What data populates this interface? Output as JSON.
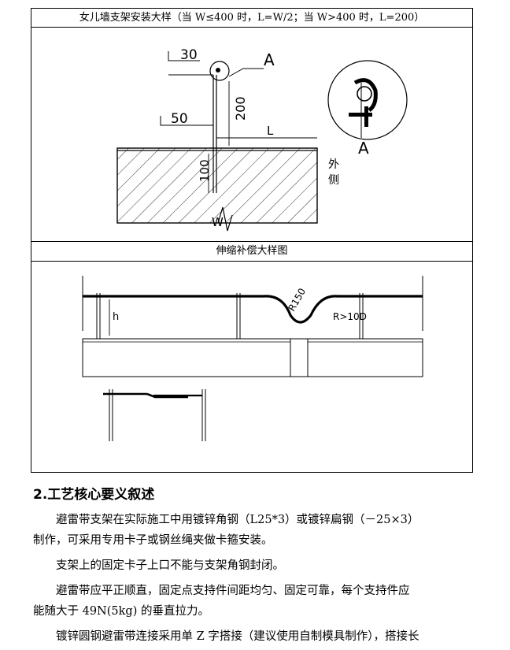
{
  "figure": {
    "caption_top": "女儿墙支架安装大样（当 W≤400 时，L=W/2；当 W>400 时，L=200）",
    "caption_mid": "伸缩补偿大样图",
    "top_labels": {
      "dim_30": "30",
      "dim_50": "50",
      "dim_200": "200",
      "dim_100": "100",
      "dim_L": "L",
      "dim_W": "W",
      "callout_A": "A",
      "detail_A": "A",
      "side_label": "外\n侧"
    },
    "bottom_labels": {
      "h": "h",
      "r150": "R150",
      "r10d": "R>10D"
    }
  },
  "section": {
    "heading": "2.工艺核心要义叙述",
    "paragraphs": [
      "避雷带支架在实际施工中用镀锌角钢（L25*3）或镀锌扁钢（－25×3）",
      "制作，可采用专用卡子或钢丝绳夹做卡箍安装。",
      "支架上的固定卡子上口不能与支架角钢封闭。",
      "避雷带应平正顺直，固定点支持件间距均匀、固定可靠，每个支持件应",
      "能随大于 49N(5kg) 的垂直拉力。",
      "镀锌圆钢避雷带连接采用单 Z 字搭接（建议使用自制模具制作），搭接长"
    ]
  }
}
